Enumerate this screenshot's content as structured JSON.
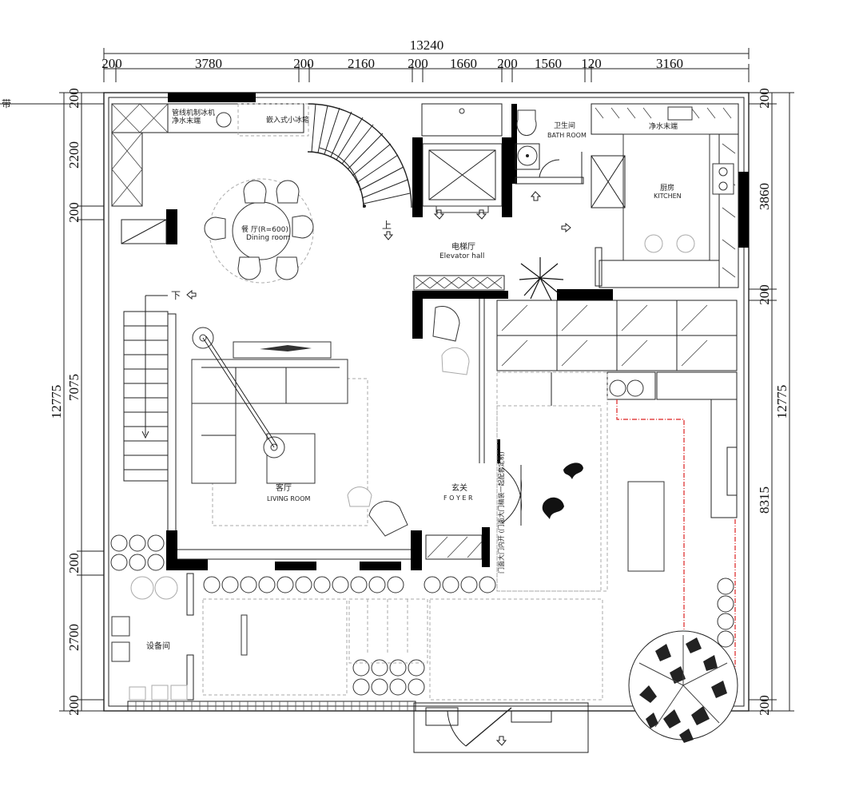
{
  "dimensions": {
    "total_width": "13240",
    "top": [
      "200",
      "3780",
      "200",
      "2160",
      "200",
      "1660",
      "200",
      "1560",
      "120",
      "3160"
    ],
    "left_total": "12775",
    "left_sub": "7075",
    "left": [
      "200",
      "2200",
      "200",
      "200",
      "2700",
      "200"
    ],
    "right_total": "12775",
    "right": [
      "200",
      "3860",
      "200",
      "8315",
      "200"
    ]
  },
  "rooms": {
    "dining_cn": "餐 厅(R=600)",
    "dining_en": "Dining room",
    "elevator_cn": "电梯厅",
    "elevator_en": "Elevator hall",
    "bath_cn": "卫生间",
    "bath_en": "BATH ROOM",
    "kitchen_cn": "厨房",
    "kitchen_en": "KITCHEN",
    "living_cn": "客厅",
    "living_en": "LIVING ROOM",
    "foyer_cn": "玄关",
    "foyer_en": "F O Y E R",
    "equipment_cn": "设备间"
  },
  "annotations": {
    "ice_maker": "管线机制冰机",
    "water_end_1": "净水末端",
    "embedded_fridge": "嵌入式小冰箱",
    "water_end_2": "净水末端",
    "stair_up": "上",
    "stair_down": "下",
    "door_note": "门面大门内开 (门面大门精装一起配套定制)",
    "edge_label": "带"
  }
}
